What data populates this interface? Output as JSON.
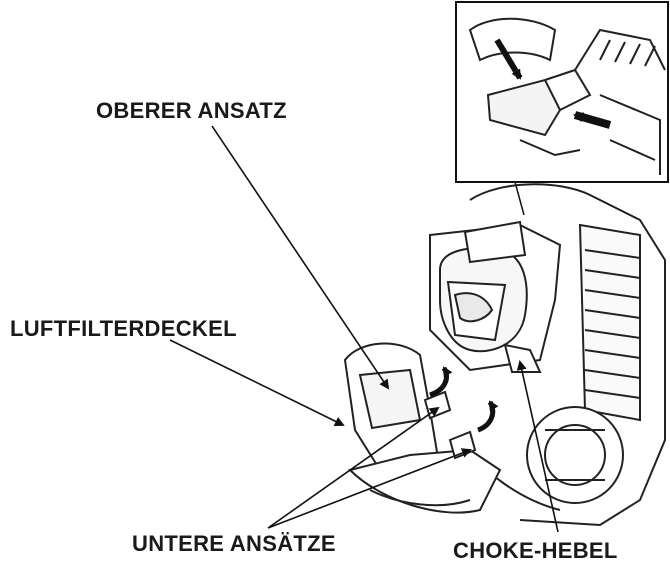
{
  "labels": {
    "upper_tab": "OBERER ANSATZ",
    "air_filter_cover": "LUFTFILTERDECKEL",
    "lower_tabs": "UNTERE ANSÄTZE",
    "choke_lever": "CHOKE-HEBEL"
  }
}
